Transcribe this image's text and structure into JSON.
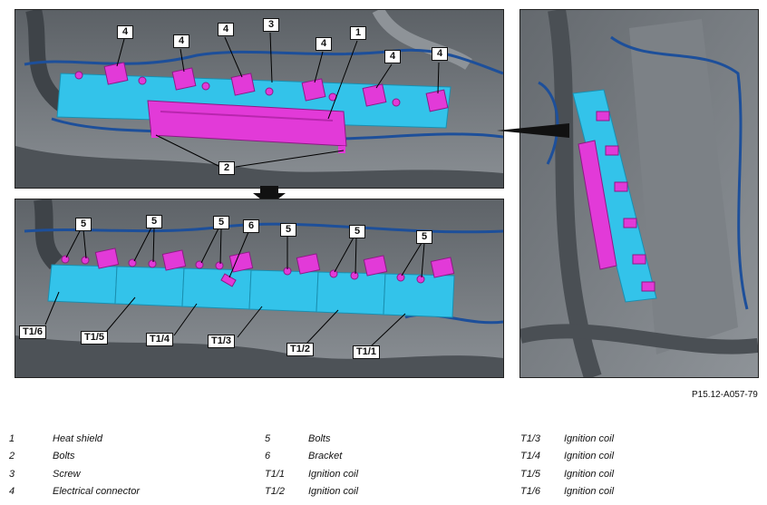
{
  "callouts_top": {
    "c4a": "4",
    "c4b": "4",
    "c4c": "4",
    "c3": "3",
    "c4d": "4",
    "c1": "1",
    "c4e": "4",
    "c4f": "4",
    "c2": "2"
  },
  "callouts_bottom": {
    "c5a": "5",
    "c5b": "5",
    "c5c": "5",
    "c6": "6",
    "c5d": "5",
    "c5e": "5",
    "c5f": "5",
    "t16": "T1/6",
    "t15": "T1/5",
    "t14": "T1/4",
    "t13": "T1/3",
    "t12": "T1/2",
    "t11": "T1/1"
  },
  "reference_code": "P15.12-A057-79",
  "legend": [
    {
      "key": "1",
      "label": "Heat shield"
    },
    {
      "key": "2",
      "label": "Bolts"
    },
    {
      "key": "3",
      "label": "Screw"
    },
    {
      "key": "4",
      "label": "Electrical connector"
    },
    {
      "key": "5",
      "label": "Bolts"
    },
    {
      "key": "6",
      "label": "Bracket"
    },
    {
      "key": "T1/1",
      "label": "Ignition coil"
    },
    {
      "key": "T1/2",
      "label": "Ignition coil"
    },
    {
      "key": "T1/3",
      "label": "Ignition coil"
    },
    {
      "key": "T1/4",
      "label": "Ignition coil"
    },
    {
      "key": "T1/5",
      "label": "Ignition coil"
    },
    {
      "key": "T1/6",
      "label": "Ignition coil"
    }
  ],
  "colors": {
    "coil": "#33c3ea",
    "highlight": "#e23ad8",
    "engine": "#6f7378",
    "hose": "#1d4f9a"
  }
}
